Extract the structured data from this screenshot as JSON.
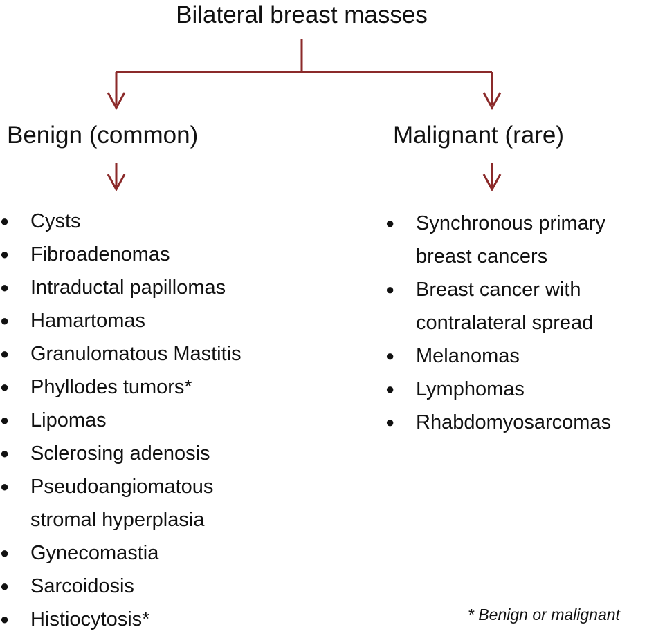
{
  "title": "Bilateral breast masses",
  "arrow_color": "#8b2a2a",
  "benign": {
    "label": "Benign (common)",
    "items": [
      [
        "Cysts"
      ],
      [
        "Fibroadenomas"
      ],
      [
        "Intraductal papillomas"
      ],
      [
        "Hamartomas"
      ],
      [
        "Granulomatous Mastitis"
      ],
      [
        "Phyllodes tumors*"
      ],
      [
        "Lipomas"
      ],
      [
        "Sclerosing adenosis"
      ],
      [
        "Pseudoangiomatous",
        "stromal hyperplasia"
      ],
      [
        "Gynecomastia"
      ],
      [
        "Sarcoidosis"
      ],
      [
        "Histiocytosis*"
      ]
    ]
  },
  "malignant": {
    "label": "Malignant (rare)",
    "items": [
      [
        "Synchronous primary",
        "breast cancers"
      ],
      [
        "Breast cancer with",
        "contralateral spread"
      ],
      [
        "Melanomas"
      ],
      [
        "Lymphomas"
      ],
      [
        "Rhabdomyosarcomas"
      ]
    ]
  },
  "footnote": "* Benign or malignant"
}
